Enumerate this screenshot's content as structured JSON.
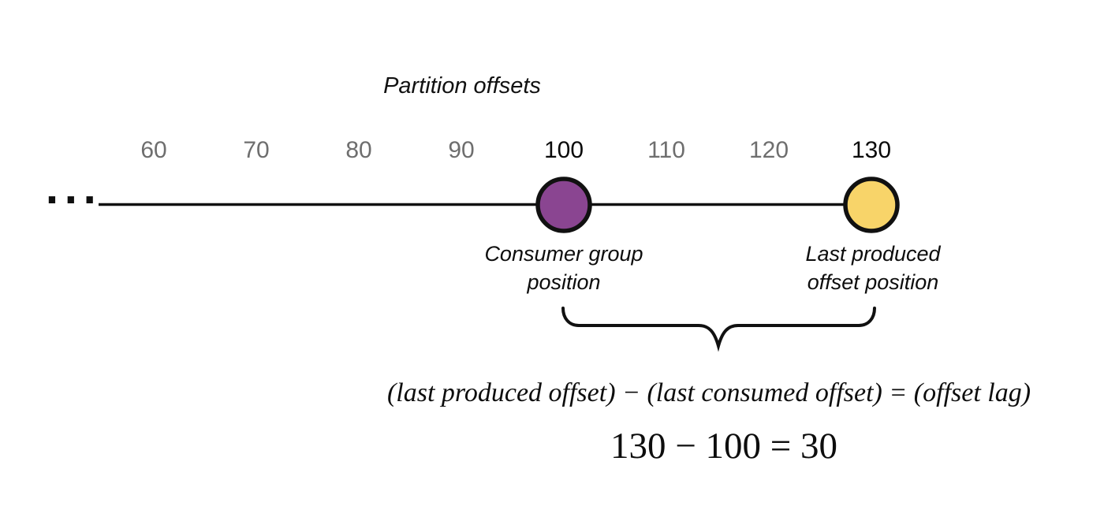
{
  "title": "Partition offsets",
  "axis": {
    "ellipsis": "...",
    "ticks": [
      {
        "label": "60",
        "emphasized": false
      },
      {
        "label": "70",
        "emphasized": false
      },
      {
        "label": "80",
        "emphasized": false
      },
      {
        "label": "90",
        "emphasized": false
      },
      {
        "label": "100",
        "emphasized": true
      },
      {
        "label": "110",
        "emphasized": false
      },
      {
        "label": "120",
        "emphasized": false
      },
      {
        "label": "130",
        "emphasized": true
      }
    ]
  },
  "markers": {
    "consumer": {
      "value": "100",
      "label_line1": "Consumer group",
      "label_line2": "position",
      "fill": "#8a4591",
      "stroke": "#111111"
    },
    "produced": {
      "value": "130",
      "label_line1": "Last produced",
      "label_line2": "offset position",
      "fill": "#f8d469",
      "stroke": "#111111"
    }
  },
  "formula": "(last produced offset) − (last consumed offset) = (offset lag)",
  "equation": "130 − 100 = 30",
  "colors": {
    "line": "#111111",
    "tick_muted": "#6e6e6e",
    "tick_emphasis": "#0a0a0a"
  }
}
